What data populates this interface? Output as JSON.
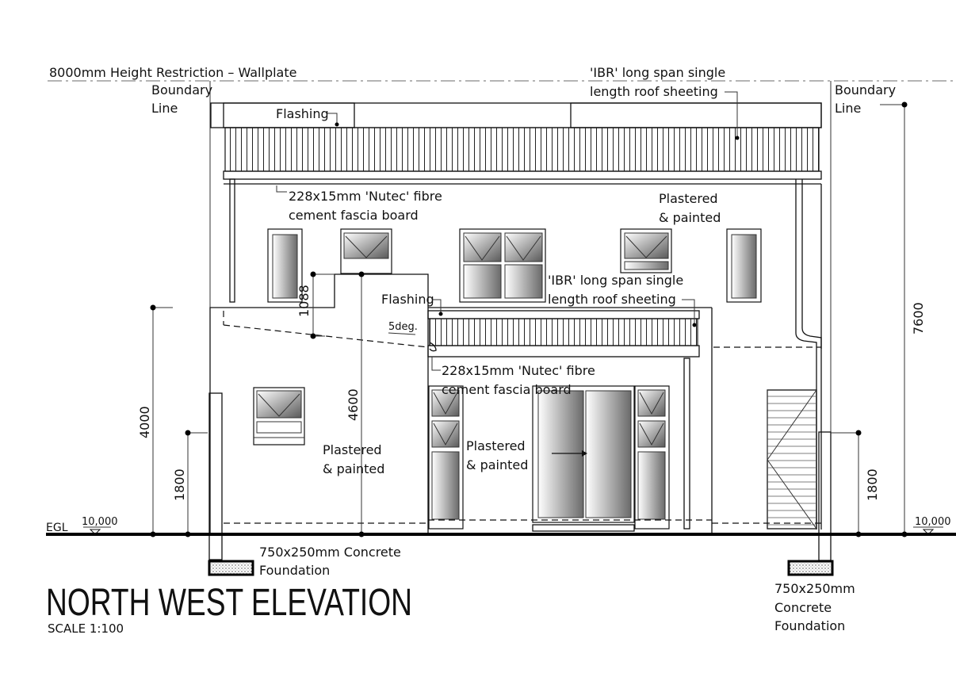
{
  "labels": {
    "height_restriction": "8000mm Height Restriction – Wallplate",
    "boundary_left_1": "Boundary",
    "boundary_left_2": "Line",
    "boundary_right_1": "Boundary",
    "boundary_right_2": "Line",
    "ibr_top_1": "'IBR' long span single",
    "ibr_top_2": "length roof sheeting",
    "flashing_top": "Flashing",
    "fascia_top_1": "228x15mm 'Nutec' fibre",
    "fascia_top_2": "cement fascia board",
    "plaster_top_1": "Plastered",
    "plaster_top_2": "& painted",
    "ibr_mid_1": "'IBR' long span single",
    "ibr_mid_2": "length roof sheeting",
    "flashing_mid": "Flashing",
    "slope": "5deg.",
    "fascia_mid_1": "228x15mm 'Nutec' fibre",
    "fascia_mid_2": "cement fascia board",
    "plaster_left_1": "Plastered",
    "plaster_left_2": "& painted",
    "plaster_center_1": "Plastered",
    "plaster_center_2": "& painted",
    "found_left_1": "750x250mm Concrete",
    "found_left_2": "Foundation",
    "found_right_1": "750x250mm",
    "found_right_2": "Concrete",
    "found_right_3": "Foundation",
    "egl": "EGL",
    "level_left": "10,000",
    "level_right": "10,000"
  },
  "dimensions": {
    "d4000": "4000",
    "d1800_left": "1800",
    "d4600": "4600",
    "d1088": "1088",
    "d7600": "7600",
    "d1800_right": "1800"
  },
  "title": {
    "main": "NORTH WEST ELEVATION",
    "scale": "SCALE 1:100"
  }
}
